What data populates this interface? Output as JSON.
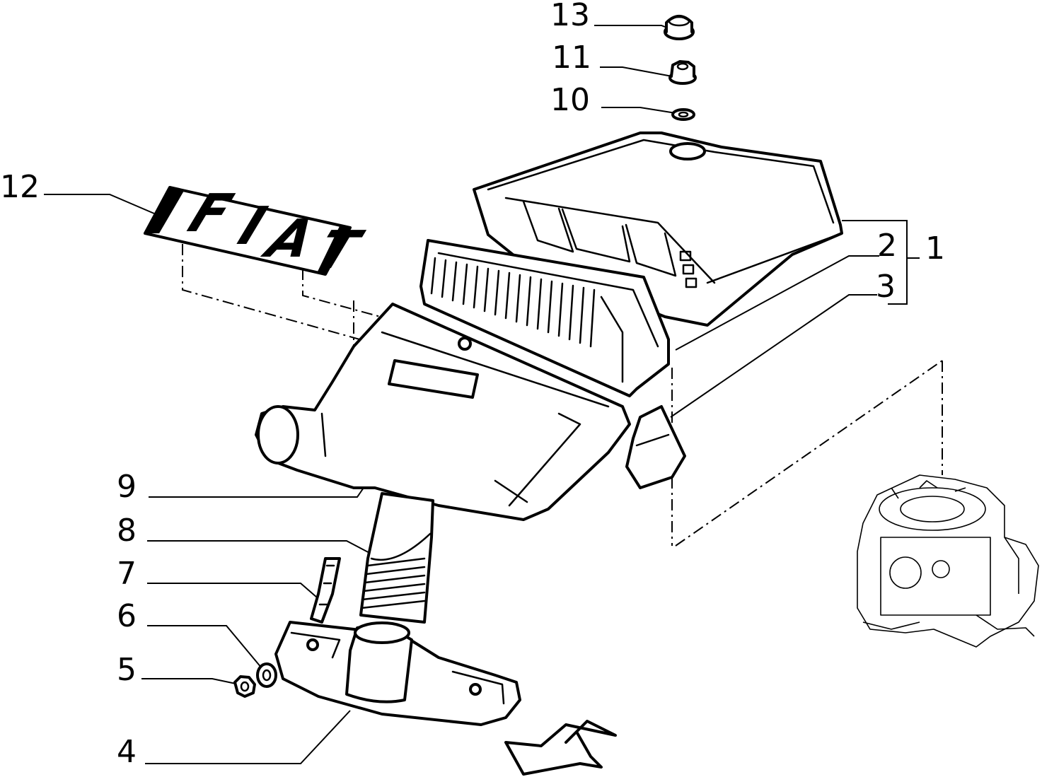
{
  "callouts": {
    "c1": "1",
    "c2": "2",
    "c3": "3",
    "c4": "4",
    "c5": "5",
    "c6": "6",
    "c7": "7",
    "c8": "8",
    "c9": "9",
    "c10": "10",
    "c11": "11",
    "c12": "12",
    "c13": "13"
  },
  "logo": {
    "l1": "F",
    "l2": "I",
    "l3": "A",
    "l4": "T"
  },
  "colors": {
    "line": "#000000",
    "background": "#ffffff"
  }
}
